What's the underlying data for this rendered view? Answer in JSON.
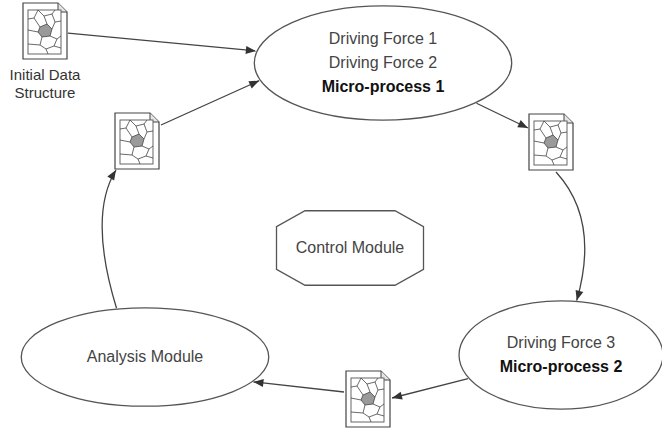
{
  "diagram": {
    "nodes": [
      {
        "text": [
          "Initial Data Structure"
        ]
      },
      {
        "text": [
          "Driving Force 1",
          "Driving Force 2",
          "Micro-process 1"
        ]
      },
      {
        "text": [
          "Control Module"
        ]
      },
      {
        "text": [
          "Driving Force 3",
          "Micro-process 2"
        ]
      },
      {
        "text": [
          "Analysis Module"
        ]
      }
    ],
    "edges": [
      {
        "from": 0,
        "to": 1,
        "arrow": "to"
      },
      {
        "from": 1,
        "to": 3,
        "arrow": "to"
      },
      {
        "from": 3,
        "to": 4,
        "arrow": "to"
      },
      {
        "from": 4,
        "to": 1,
        "arrow": "to"
      }
    ]
  }
}
